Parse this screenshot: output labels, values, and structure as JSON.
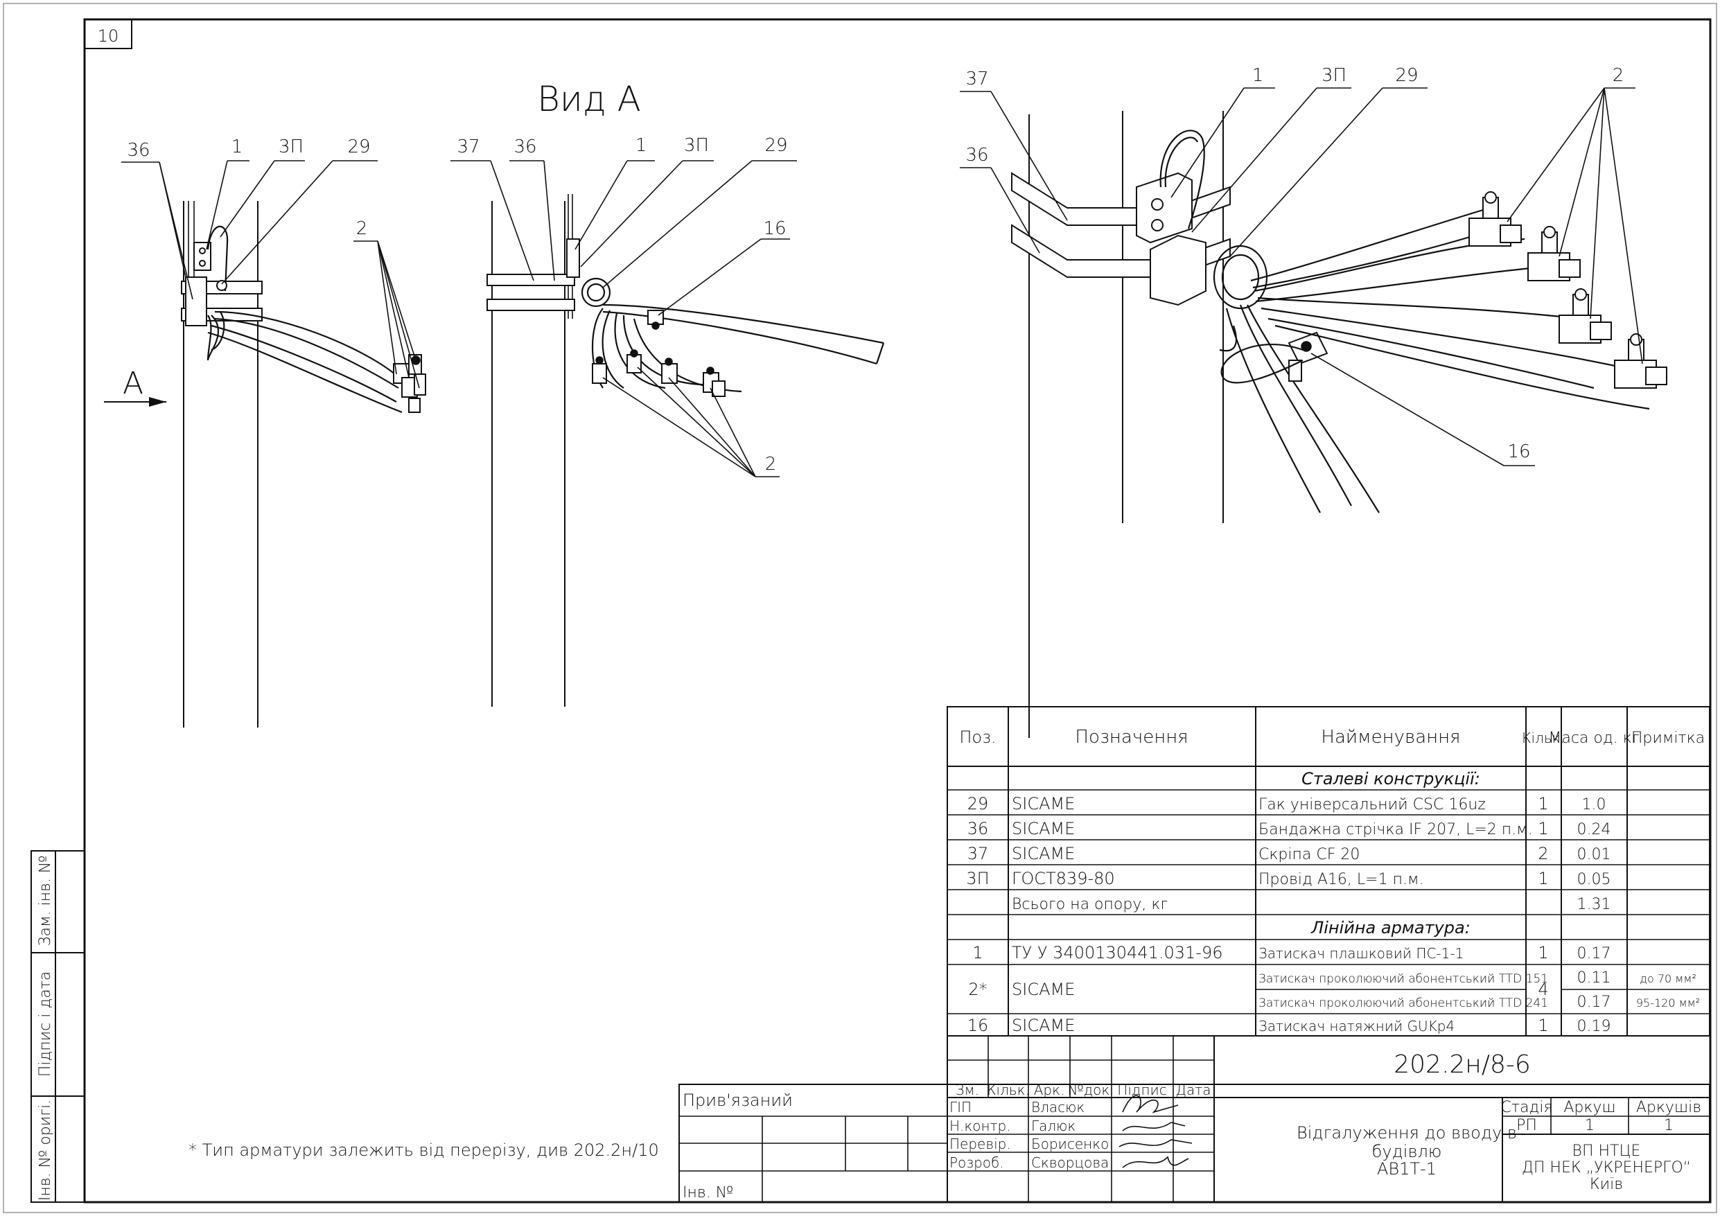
{
  "sheet": {
    "number": "10",
    "view_title": "Вид А",
    "view_arrow_label": "А",
    "footnote": "* Тип арматури залежить від перерізу, див 202.2н/10"
  },
  "callouts": {
    "c36": "36",
    "c1": "1",
    "c3p": "3П",
    "c29": "29",
    "c2": "2",
    "c37": "37",
    "c16": "16"
  },
  "side_strip": {
    "zam_inv": "Зам. інв. №",
    "pidpys_data": "Підпис і дата",
    "inv_orig": "Інв. № оригі."
  },
  "spec_table": {
    "headers": {
      "poz": "Поз.",
      "designation": "Позначення",
      "name": "Найменування",
      "qty": "Кільк.",
      "mass": "Маса од. кг",
      "note": "Примітка"
    },
    "sections": {
      "steel": "Сталеві конструкції:",
      "linear": "Лінійна арматура:"
    },
    "rows_steel": [
      {
        "poz": "29",
        "des": "SICAME",
        "name": "Гак універсальний CSC 16uz",
        "qty": "1",
        "mass": "1.0",
        "note": ""
      },
      {
        "poz": "36",
        "des": "SICAME",
        "name": "Бандажна стрічка IF 207, L=2 п.м.",
        "qty": "1",
        "mass": "0.24",
        "note": ""
      },
      {
        "poz": "37",
        "des": "SICAME",
        "name": "Скріпа CF 20",
        "qty": "2",
        "mass": "0.01",
        "note": ""
      },
      {
        "poz": "3П",
        "des": "ГОСТ839-80",
        "name": "Провід А16, L=1 п.м.",
        "qty": "1",
        "mass": "0.05",
        "note": ""
      }
    ],
    "total": {
      "des": "Всього на опору, кг",
      "mass": "1.31"
    },
    "rows_linear": [
      {
        "poz": "1",
        "des": "ТУ У 3400130441.031-96",
        "name": "Затискач плашковий ПС-1-1",
        "qty": "1",
        "mass": "0.17",
        "note": ""
      }
    ],
    "row_2": {
      "poz": "2*",
      "des": "SICAME",
      "qty": "4",
      "name_a": "Затискач проколюючий абонентський TTD 151",
      "mass_a": "0.11",
      "note_a": "до 70 мм²",
      "name_b": "Затискач проколюючий абонентський TTD 241",
      "mass_b": "0.17",
      "note_b": "95-120 мм²"
    },
    "row_16": {
      "poz": "16",
      "des": "SICAME",
      "name": "Затискач натяжний GUKp4",
      "qty": "1",
      "mass": "0.19",
      "note": ""
    }
  },
  "title_block": {
    "doc_code": "202.2н/8-6",
    "privyazanyi": "Прив'язаний",
    "inv_no": "Інв. №",
    "rev_headers": [
      "Зм.",
      "Кільк.",
      "Арк.",
      "№док.",
      "Підпис",
      "Дата"
    ],
    "roles": [
      {
        "role": "ГІП",
        "name": "Власюк"
      },
      {
        "role": "Н.контр.",
        "name": "Галюк"
      },
      {
        "role": "Перевір.",
        "name": "Борисенко"
      },
      {
        "role": "Розроб.",
        "name": "Скворцова"
      }
    ],
    "title_line1": "Відгалуження до вводу в",
    "title_line2": "будівлю",
    "title_line3": "АВ1Т-1",
    "stage_label": "Стадія",
    "sheet_label": "Аркуш",
    "sheets_label": "Аркушів",
    "stage": "РП",
    "sheet": "1",
    "sheets": "1",
    "org_line1": "ВП НТЦЕ",
    "org_line2": "ДП НЕК „УКРЕНЕРГО“",
    "org_line3": "Київ"
  }
}
